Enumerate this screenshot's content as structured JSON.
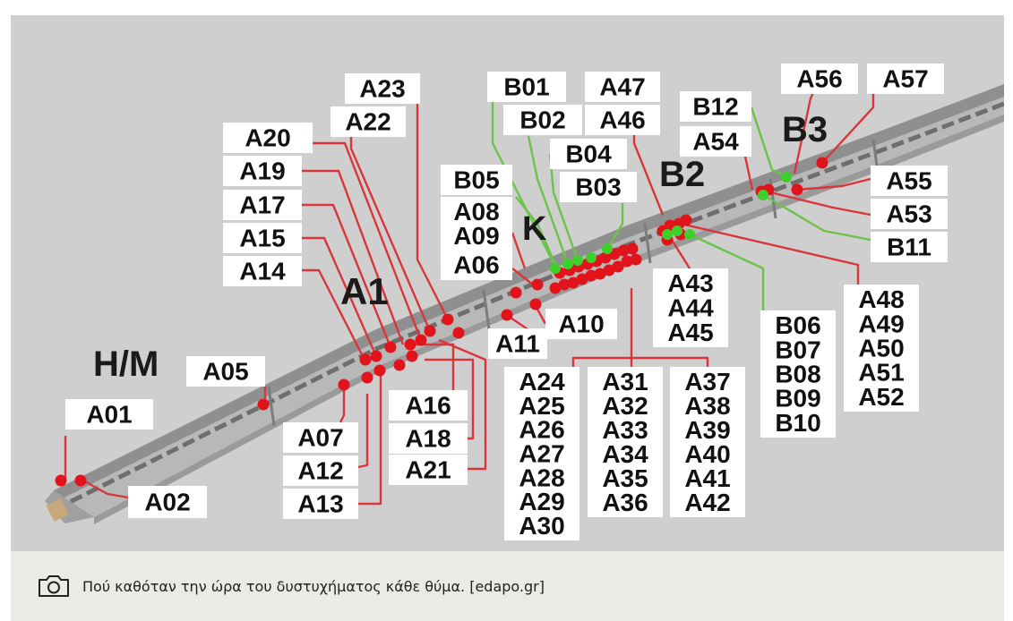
{
  "diagram": {
    "area_labels": [
      "H/M",
      "A1",
      "K",
      "B2",
      "B3"
    ],
    "boxes": [
      {
        "id": "a01",
        "lines": [
          "A01"
        ]
      },
      {
        "id": "a02",
        "lines": [
          "A02"
        ]
      },
      {
        "id": "a05",
        "lines": [
          "A05"
        ]
      },
      {
        "id": "a07",
        "lines": [
          "A07"
        ]
      },
      {
        "id": "a12",
        "lines": [
          "A12"
        ]
      },
      {
        "id": "a13",
        "lines": [
          "A13"
        ]
      },
      {
        "id": "a14",
        "lines": [
          "A14"
        ]
      },
      {
        "id": "a15",
        "lines": [
          "A15"
        ]
      },
      {
        "id": "a17",
        "lines": [
          "A17"
        ]
      },
      {
        "id": "a19",
        "lines": [
          "A19"
        ]
      },
      {
        "id": "a20",
        "lines": [
          "A20"
        ]
      },
      {
        "id": "a22",
        "lines": [
          "A22"
        ]
      },
      {
        "id": "a23",
        "lines": [
          "A23"
        ]
      },
      {
        "id": "a16",
        "lines": [
          "A16"
        ]
      },
      {
        "id": "a18",
        "lines": [
          "A18"
        ]
      },
      {
        "id": "a21",
        "lines": [
          "A21"
        ]
      },
      {
        "id": "b05",
        "lines": [
          "B05"
        ]
      },
      {
        "id": "a08",
        "lines": [
          "A08",
          "A09"
        ]
      },
      {
        "id": "a06",
        "lines": [
          "A06"
        ]
      },
      {
        "id": "a10",
        "lines": [
          "A10"
        ]
      },
      {
        "id": "a11",
        "lines": [
          "A11"
        ]
      },
      {
        "id": "b01",
        "lines": [
          "B01"
        ]
      },
      {
        "id": "b02",
        "lines": [
          "B02"
        ]
      },
      {
        "id": "a47",
        "lines": [
          "A47"
        ]
      },
      {
        "id": "a46",
        "lines": [
          "A46"
        ]
      },
      {
        "id": "b04",
        "lines": [
          "B04"
        ]
      },
      {
        "id": "b03",
        "lines": [
          "B03"
        ]
      },
      {
        "id": "b12",
        "lines": [
          "B12"
        ]
      },
      {
        "id": "a54",
        "lines": [
          "A54"
        ]
      },
      {
        "id": "a56",
        "lines": [
          "A56"
        ]
      },
      {
        "id": "a57",
        "lines": [
          "A57"
        ]
      },
      {
        "id": "a55",
        "lines": [
          "A55"
        ]
      },
      {
        "id": "a53",
        "lines": [
          "A53"
        ]
      },
      {
        "id": "b11",
        "lines": [
          "B11"
        ]
      },
      {
        "id": "a43",
        "lines": [
          "A43",
          "A44",
          "A45"
        ]
      },
      {
        "id": "b06",
        "lines": [
          "B06",
          "B07",
          "B08",
          "B09",
          "B10"
        ]
      },
      {
        "id": "a48",
        "lines": [
          "A48",
          "A49",
          "A50",
          "A51",
          "A52"
        ]
      },
      {
        "id": "a24",
        "lines": [
          "A24",
          "A25",
          "A26",
          "A27",
          "A28",
          "A29",
          "A30"
        ]
      },
      {
        "id": "a31",
        "lines": [
          "A31",
          "A32",
          "A33",
          "A34",
          "A35",
          "A36"
        ]
      },
      {
        "id": "a37",
        "lines": [
          "A37",
          "A38",
          "A39",
          "A40",
          "A41",
          "A42"
        ]
      }
    ],
    "colors": {
      "background": "#cfcfcf",
      "train_top": "#8f8f8f",
      "train_body": "#b8b8b8",
      "train_window": "#6e6e6e",
      "red_marker": "#e0141a",
      "green_marker": "#3ecf2a",
      "red_line": "#d9363b",
      "green_line": "#6cc24a",
      "label_box": "#ffffff"
    }
  },
  "caption": {
    "icon": "camera-icon",
    "text": "Πού καθόταν την ώρα του δυστυχήματος κάθε θύμα. [edapo.gr]"
  }
}
